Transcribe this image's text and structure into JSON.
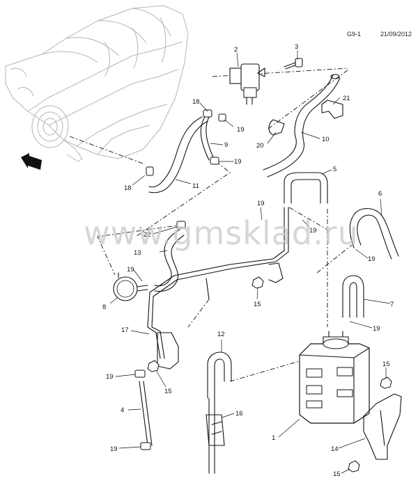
{
  "header": {
    "code": "G9-1",
    "date": "21/09/2012"
  },
  "watermark": "www.gmsklad.ru",
  "callouts": [
    {
      "id": "c1",
      "label": "1"
    },
    {
      "id": "c2",
      "label": "2"
    },
    {
      "id": "c3",
      "label": "3"
    },
    {
      "id": "c4",
      "label": "4"
    },
    {
      "id": "c5",
      "label": "5"
    },
    {
      "id": "c6",
      "label": "6"
    },
    {
      "id": "c7",
      "label": "7"
    },
    {
      "id": "c8",
      "label": "8"
    },
    {
      "id": "c9",
      "label": "9"
    },
    {
      "id": "c10",
      "label": "10"
    },
    {
      "id": "c11",
      "label": "11"
    },
    {
      "id": "c12",
      "label": "12"
    },
    {
      "id": "c13",
      "label": "13"
    },
    {
      "id": "c14",
      "label": "14"
    },
    {
      "id": "c15a",
      "label": "15"
    },
    {
      "id": "c15b",
      "label": "15"
    },
    {
      "id": "c15c",
      "label": "15"
    },
    {
      "id": "c15d",
      "label": "15"
    },
    {
      "id": "c16",
      "label": "16"
    },
    {
      "id": "c17",
      "label": "17"
    },
    {
      "id": "c18a",
      "label": "18"
    },
    {
      "id": "c18b",
      "label": "18"
    },
    {
      "id": "c19a",
      "label": "19"
    },
    {
      "id": "c19b",
      "label": "19"
    },
    {
      "id": "c19c",
      "label": "19"
    },
    {
      "id": "c19d",
      "label": "19"
    },
    {
      "id": "c19e",
      "label": "19"
    },
    {
      "id": "c19f",
      "label": "19"
    },
    {
      "id": "c19g",
      "label": "19"
    },
    {
      "id": "c19h",
      "label": "19"
    },
    {
      "id": "c19i",
      "label": "19"
    },
    {
      "id": "c20",
      "label": "20"
    },
    {
      "id": "c21",
      "label": "21"
    },
    {
      "id": "c22",
      "label": "22"
    }
  ]
}
